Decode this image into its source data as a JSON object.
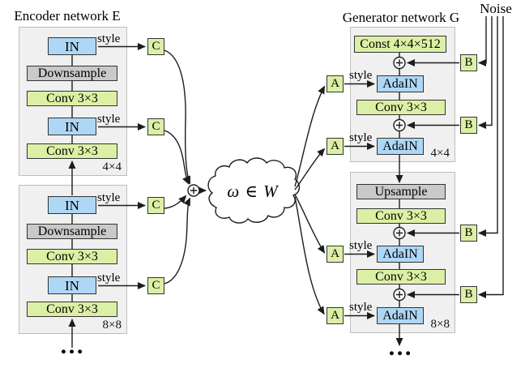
{
  "colors": {
    "block_green": "#dcf0a5",
    "block_blue": "#aed7f5",
    "block_gray": "#c9c9c9",
    "panel_bg": "#f0f0f0",
    "panel_border": "#bdbdbd",
    "wire": "#1c1c1c"
  },
  "icons": {
    "sum_node": "circled-plus",
    "latent_cloud": "cloud"
  },
  "encoder": {
    "title": "Encoder network E",
    "style_label": "style",
    "concat_label": "C",
    "ellipsis": "…",
    "blocks": [
      {
        "resolution": "4×4",
        "in_top": "IN",
        "downsample": "Downsample",
        "conv_mid": "Conv 3×3",
        "in_bottom": "IN",
        "conv_bottom": "Conv 3×3"
      },
      {
        "resolution": "8×8",
        "in_top": "IN",
        "downsample": "Downsample",
        "conv_mid": "Conv 3×3",
        "in_bottom": "IN",
        "conv_bottom": "Conv 3×3"
      }
    ]
  },
  "latent": {
    "cloud_label": "ω ∈ W"
  },
  "generator": {
    "title": "Generator network G",
    "noise_label": "Noise",
    "style_label": "style",
    "affine_label": "A",
    "noise_scale_label": "B",
    "ellipsis": "…",
    "blocks": [
      {
        "resolution": "4×4",
        "const": "Const 4×4×512",
        "adain_top": "AdaIN",
        "conv": "Conv 3×3",
        "adain_bottom": "AdaIN"
      },
      {
        "resolution": "8×8",
        "upsample": "Upsample",
        "conv_top": "Conv 3×3",
        "adain_top": "AdaIN",
        "conv_bottom": "Conv 3×3",
        "adain_bottom": "AdaIN"
      }
    ]
  }
}
